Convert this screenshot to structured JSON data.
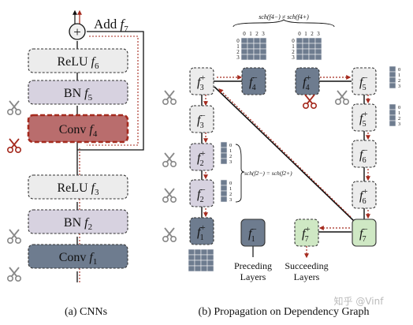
{
  "cnn": {
    "add_label": "Add",
    "add_sym": "+",
    "f7": "f7",
    "layers": [
      {
        "name": "ReLU",
        "f": "f6"
      },
      {
        "name": "BN",
        "f": "f5"
      },
      {
        "name": "Conv",
        "f": "f4"
      },
      {
        "name": "ReLU",
        "f": "f3"
      },
      {
        "name": "BN",
        "f": "f2"
      },
      {
        "name": "Conv",
        "f": "f1"
      }
    ]
  },
  "graph": {
    "nodes": [
      {
        "id": "f3p",
        "base": "f",
        "sub": "3",
        "sup": "+"
      },
      {
        "id": "f4m",
        "base": "f",
        "sub": "4",
        "sup": "−"
      },
      {
        "id": "f4p",
        "base": "f",
        "sub": "4",
        "sup": "+"
      },
      {
        "id": "f5m",
        "base": "f",
        "sub": "5",
        "sup": "−"
      },
      {
        "id": "f3m",
        "base": "f",
        "sub": "3",
        "sup": "−"
      },
      {
        "id": "f5p",
        "base": "f",
        "sub": "5",
        "sup": "+"
      },
      {
        "id": "f2p",
        "base": "f",
        "sub": "2",
        "sup": "+"
      },
      {
        "id": "f6m",
        "base": "f",
        "sub": "6",
        "sup": "−"
      },
      {
        "id": "f2m",
        "base": "f",
        "sub": "2",
        "sup": "−"
      },
      {
        "id": "f6p",
        "base": "f",
        "sub": "6",
        "sup": "+"
      },
      {
        "id": "f1p",
        "base": "f",
        "sub": "1",
        "sup": "+"
      },
      {
        "id": "f1m",
        "base": "f",
        "sub": "1",
        "sup": "−"
      },
      {
        "id": "f7p",
        "base": "f",
        "sub": "7",
        "sup": "+"
      },
      {
        "id": "f7m",
        "base": "f",
        "sub": "7",
        "sup": "−"
      }
    ],
    "top_eq": "sch(f4−) ≠ sch(f4+)",
    "mid_eq": "sch(f2−) = sch(f2+)",
    "matrix_cols": [
      "0",
      "1",
      "2",
      "3"
    ],
    "matrix_rows": [
      "0",
      "1",
      "2",
      "3"
    ],
    "preceding": [
      "Preceding",
      "Layers"
    ],
    "succeeding": [
      "Succeeding",
      "Layers"
    ]
  },
  "captions": {
    "a": "(a) CNNs",
    "b": "(b) Propagation on Dependency Graph"
  },
  "watermark": "知乎 @Vinf",
  "colors": {
    "light": "#ececec",
    "mid": "#d7d2e0",
    "dark": "#6e7c8f",
    "green": "#cfe8c4",
    "red": "#a52a1e"
  }
}
